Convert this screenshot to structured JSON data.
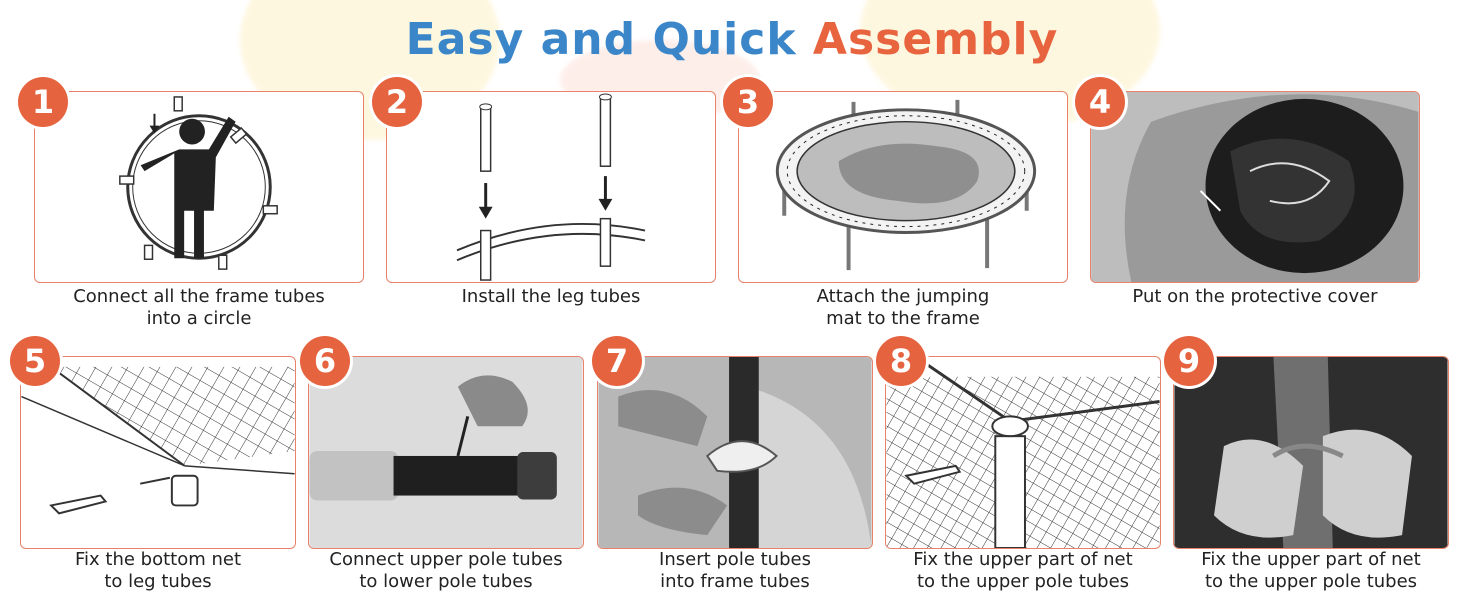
{
  "title": {
    "part1": "Easy and Quick",
    "part2": "Assembly"
  },
  "colors": {
    "accent": "#e5633f",
    "title_blue": "#3a86c8",
    "border": "#e8826a"
  },
  "steps": [
    {
      "number": "1",
      "line1": "Connect all the frame tubes",
      "line2": "into a circle"
    },
    {
      "number": "2",
      "line1": "Install the leg tubes",
      "line2": ""
    },
    {
      "number": "3",
      "line1": "Attach the jumping",
      "line2": "mat to the frame"
    },
    {
      "number": "4",
      "line1": "Put on the protective cover",
      "line2": ""
    },
    {
      "number": "5",
      "line1": "Fix the bottom net",
      "line2": "to leg tubes"
    },
    {
      "number": "6",
      "line1": "Connect upper pole tubes",
      "line2": "to lower pole tubes"
    },
    {
      "number": "7",
      "line1": "Insert pole tubes",
      "line2": "into frame tubes"
    },
    {
      "number": "8",
      "line1": "Fix the upper part of net",
      "line2": "to the upper pole tubes"
    },
    {
      "number": "9",
      "line1": "Fix the upper part of net",
      "line2": "to the upper pole tubes"
    }
  ]
}
